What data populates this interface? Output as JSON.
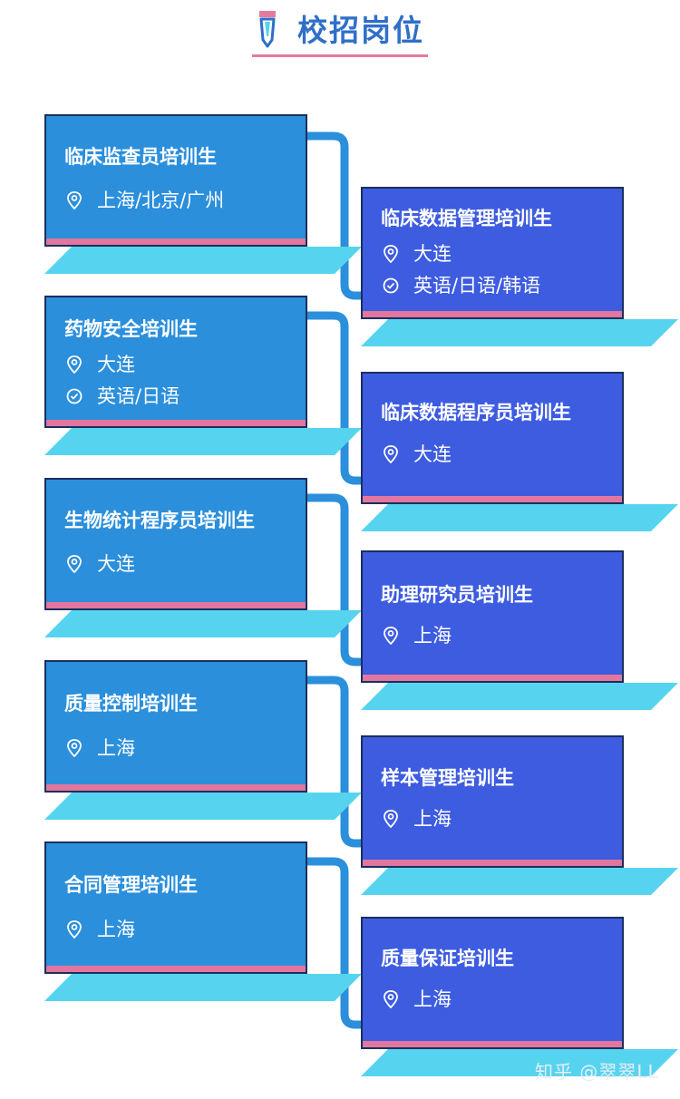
{
  "header": {
    "title": "校招岗位",
    "icon": "tie-icon",
    "accent": "#2f6fc8",
    "underline": "#e47aa0"
  },
  "colors": {
    "left_card": "#2b8fdc",
    "right_card": "#3d5ce0",
    "band": "#e2769e",
    "shadow": "#56d4ef",
    "connector": "#2b8fdc"
  },
  "positions": [
    {
      "title": "临床监查员培训生",
      "location": "上海/北京/广州"
    },
    {
      "title": "临床数据管理培训生",
      "location": "大连",
      "language": "英语/日语/韩语"
    },
    {
      "title": "药物安全培训生",
      "location": "大连",
      "language": "英语/日语"
    },
    {
      "title": "临床数据程序员培训生",
      "location": "大连"
    },
    {
      "title": "生物统计程序员培训生",
      "location": "大连"
    },
    {
      "title": "助理研究员培训生",
      "location": "上海"
    },
    {
      "title": "质量控制培训生",
      "location": "上海"
    },
    {
      "title": "样本管理培训生",
      "location": "上海"
    },
    {
      "title": "合同管理培训生",
      "location": "上海"
    },
    {
      "title": "质量保证培训生",
      "location": "上海"
    }
  ],
  "watermark": "知乎 @翠翠LL"
}
